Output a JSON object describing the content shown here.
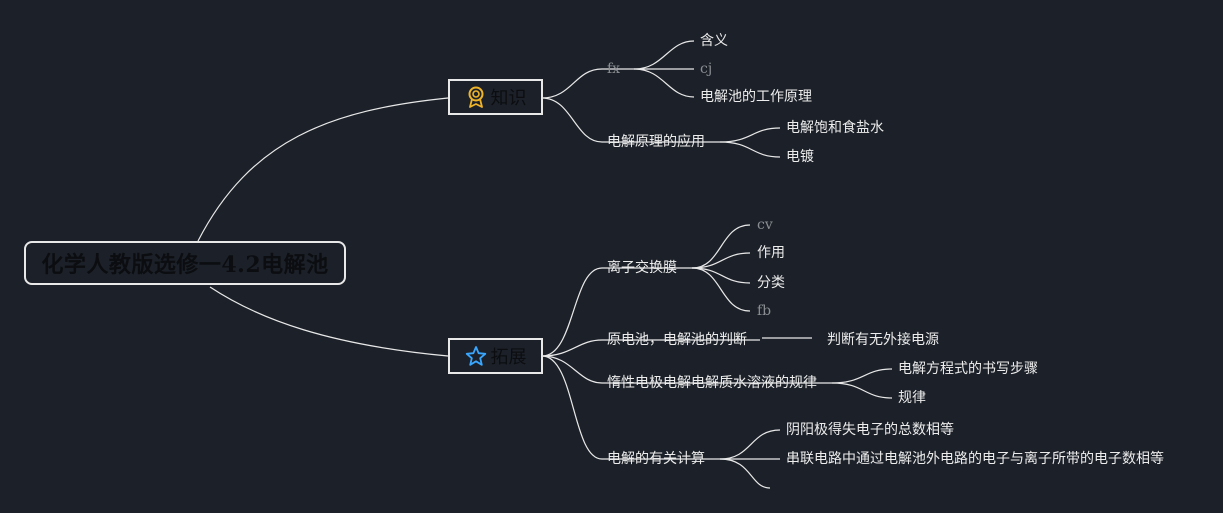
{
  "root": {
    "title": "化学人教版选修一4.2电解池"
  },
  "branches": {
    "knowledge": {
      "label": "知识",
      "icon": "award-icon",
      "icon_color": "#f0b429"
    },
    "extension": {
      "label": "拓展",
      "icon": "star-icon",
      "icon_color": "#3aa7ff"
    }
  },
  "knowledge": {
    "fx": {
      "label": "fx",
      "children": [
        "含义",
        "cj",
        "电解池的工作原理"
      ]
    },
    "application": {
      "label": "电解原理的应用",
      "children": [
        "电解饱和食盐水",
        "电镀"
      ]
    }
  },
  "extension": {
    "membrane": {
      "label": "离子交换膜",
      "children": [
        "cv",
        "作用",
        "分类",
        "fb"
      ]
    },
    "judge": {
      "label": "原电池，电解池的判断",
      "children": [
        "判断有无外接电源"
      ]
    },
    "rule": {
      "label": "惰性电极电解电解质水溶液的规律",
      "children": [
        "电解方程式的书写步骤",
        "规律"
      ]
    },
    "calc": {
      "label": "电解的有关计算",
      "children": [
        "阴阳极得失电子的总数相等",
        "串联电路中通过电解池外电路的电子与离子所带的电子数相等",
        ""
      ]
    }
  },
  "colors": {
    "background": "#1c2129",
    "line": "#e8e8e8",
    "text": "#ececec",
    "dark_text": "#0b0d10"
  }
}
